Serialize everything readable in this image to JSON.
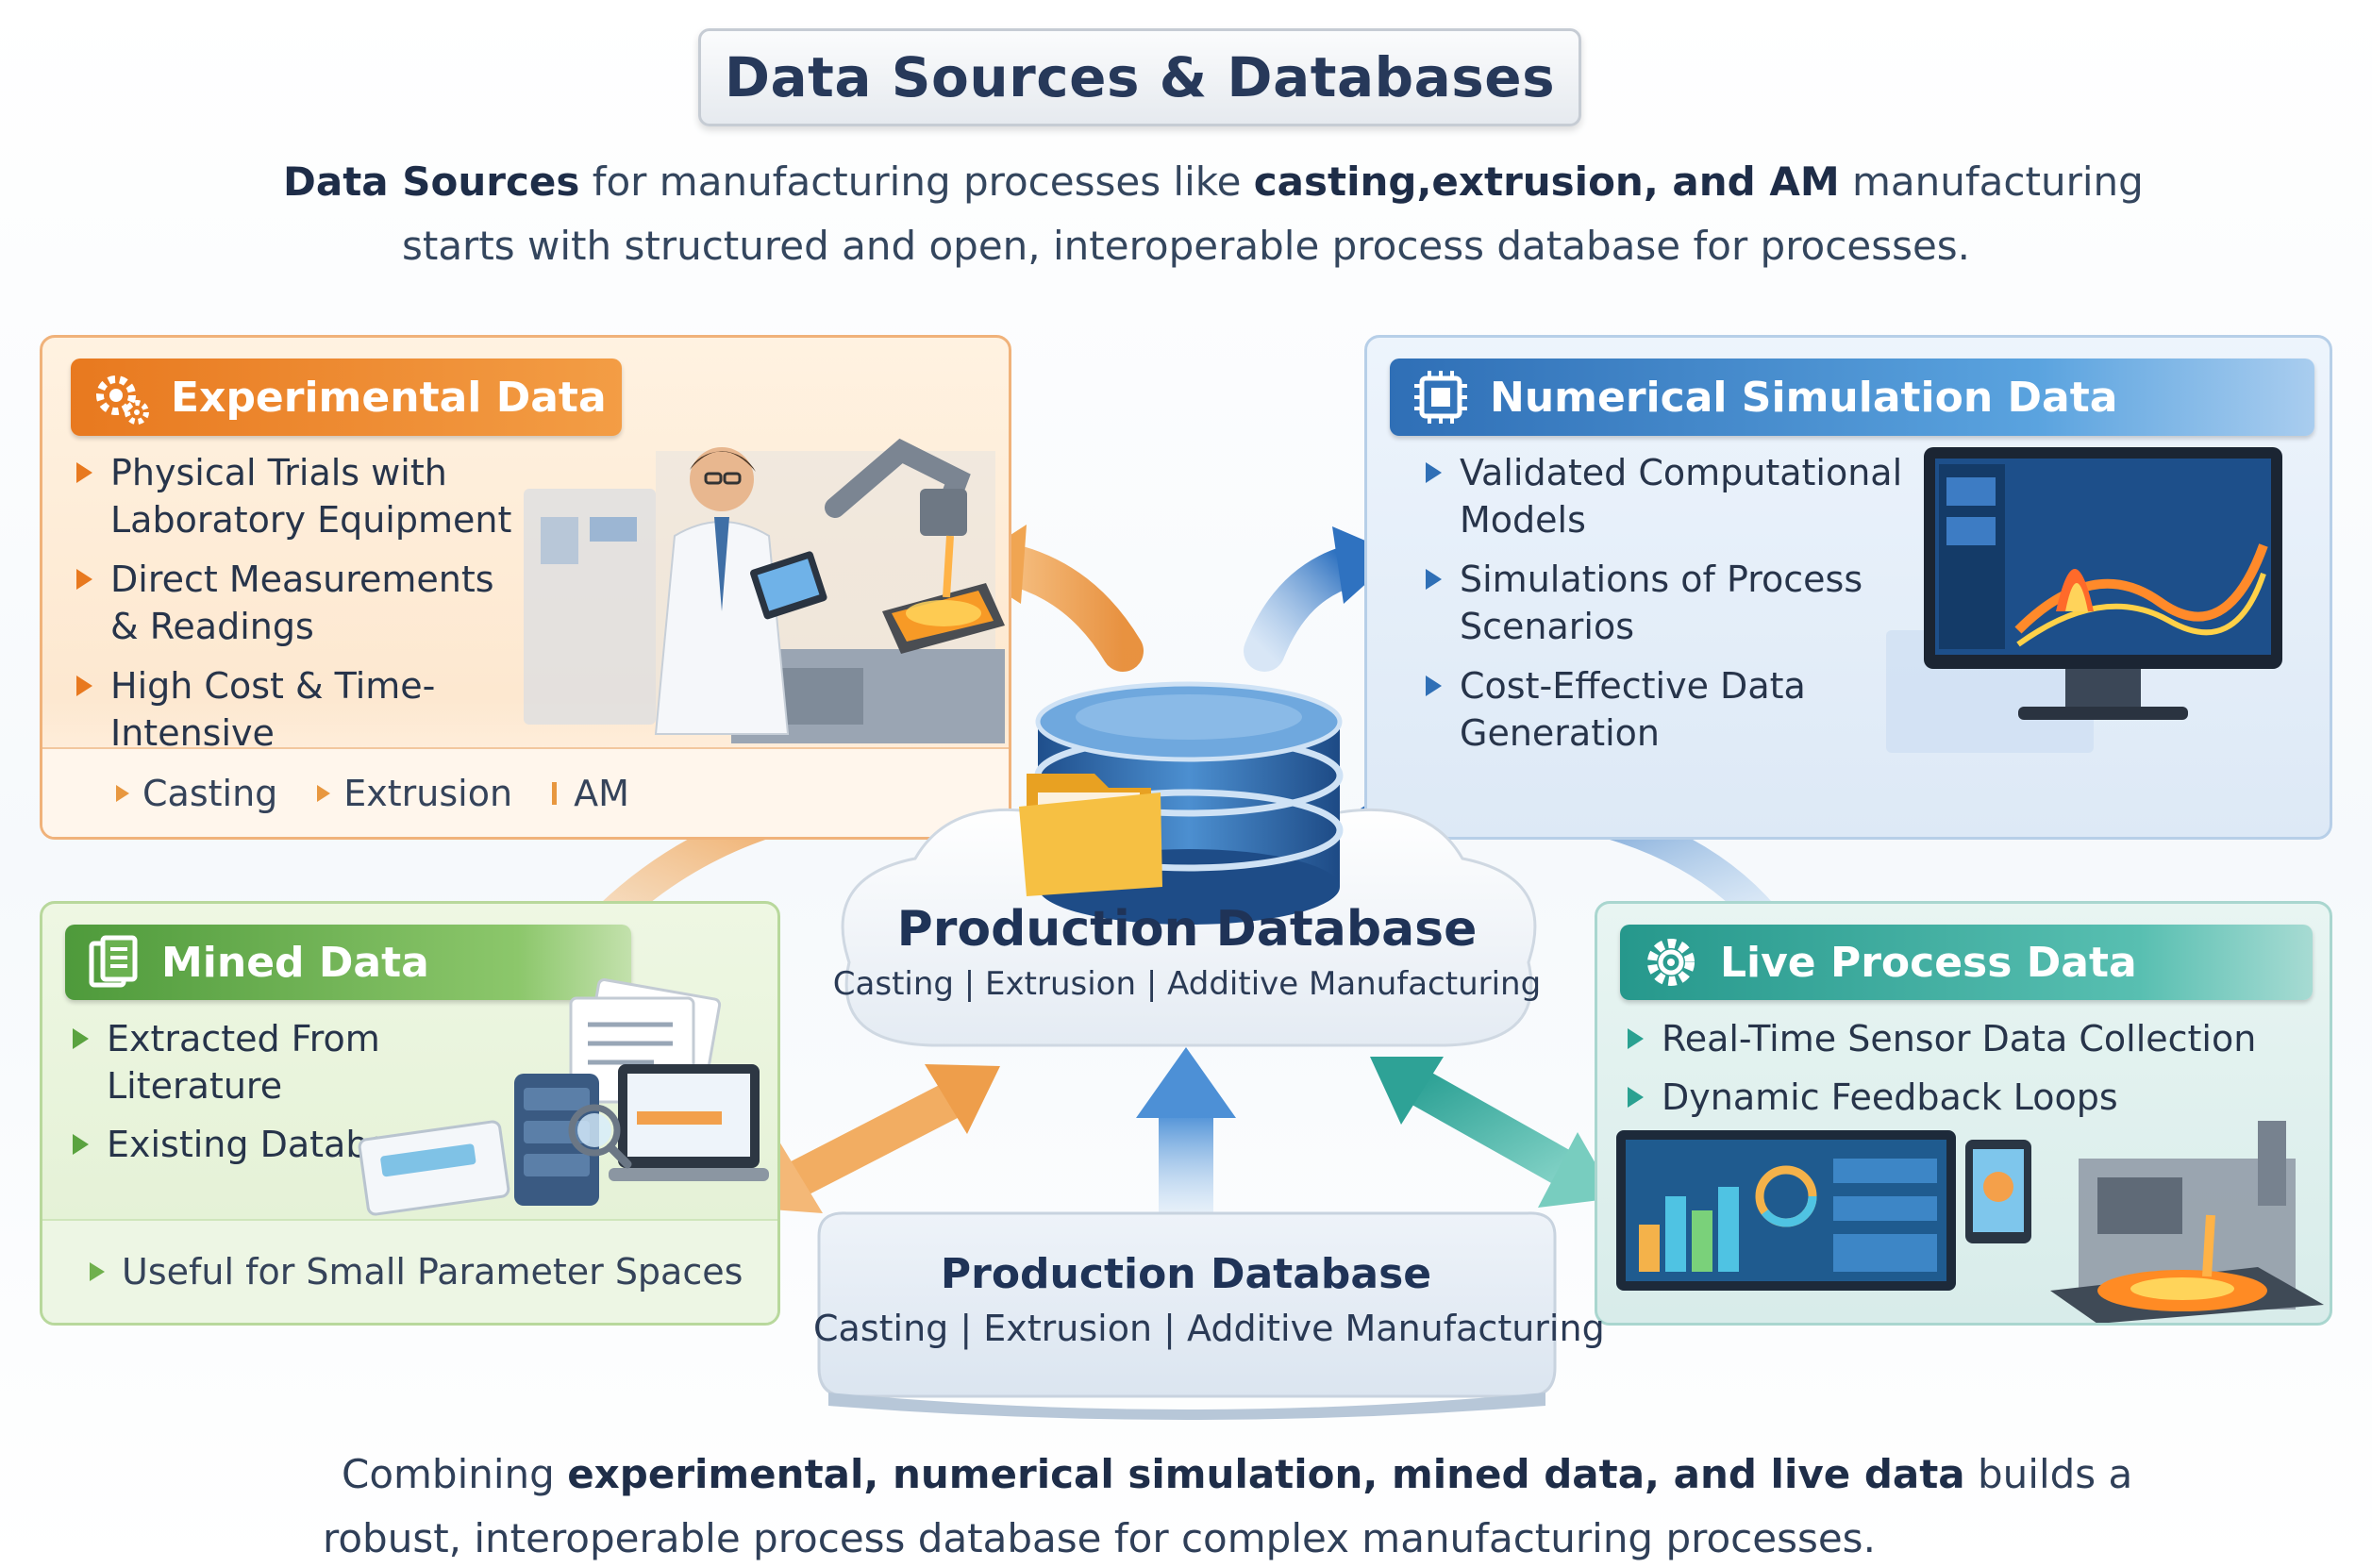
{
  "title": "Data Sources & Databases",
  "intro": {
    "line1_parts": [
      "Data Sources",
      " for manufacturing processes  like ",
      "casting,extrusion, and",
      " AM",
      " manufacturing"
    ],
    "line2": "starts with structured and open, interoperable process database for processes."
  },
  "experimental": {
    "title": "Experimental Data",
    "bullets": [
      "Physical Trials with Laboratory Equipment",
      "Direct Measurements & Readings",
      "High Cost & Time-Intensive"
    ],
    "bullet_lines": [
      [
        "Physical Trials with",
        "Laboratory Equipment"
      ],
      [
        "Direct Measurements",
        "& Readings"
      ],
      [
        "High Cost & Time-Intensive"
      ]
    ],
    "tags": [
      "Casting",
      "Extrusion",
      "AM"
    ]
  },
  "numerical": {
    "title": "Numerical Simulation Data",
    "bullets": [
      "Validated Computational Models",
      "Simulations of Process Scenarios",
      "Cost-Effective Data Generation"
    ],
    "bullet_lines": [
      [
        "Validated Computational",
        "Models"
      ],
      [
        "Simulations of Process",
        "Scenarios"
      ],
      [
        "Cost-Effective Data",
        "Generation"
      ]
    ]
  },
  "mined": {
    "title": "Mined Data",
    "bullets": [
      "Extracted From Literature",
      "Existing Databases"
    ],
    "footer": "Useful for Small Parameter Spaces"
  },
  "live": {
    "title": "Live Process Data",
    "bullets": [
      "Real-Time Sensor Data Collection",
      "Dynamic Feedback Loops"
    ]
  },
  "db_top": {
    "title": "Production Database",
    "subtitle": "Casting | Extrusion | Additive Manufacturing"
  },
  "db_bottom": {
    "title": "Production Database",
    "subtitle": "Casting | Extrusion | Additive Manufacturing"
  },
  "closing": {
    "line1_parts": [
      "Combining ",
      "experimental, numerical simulation, mined data, and live data",
      " builds a"
    ],
    "line2": "robust, interoperable process database for complex manufacturing processes."
  },
  "colors": {
    "experimental": "#e8791f",
    "numerical": "#2f6fb6",
    "mined": "#5aa33f",
    "live": "#2aa191",
    "database": "#3b78b8",
    "title_text": "#27395a"
  },
  "icons": {
    "experimental": "gears-icon",
    "numerical": "chip-icon",
    "mined": "documents-icon",
    "live": "gear-icon",
    "database": "database-icon",
    "folder": "folder-icon"
  }
}
